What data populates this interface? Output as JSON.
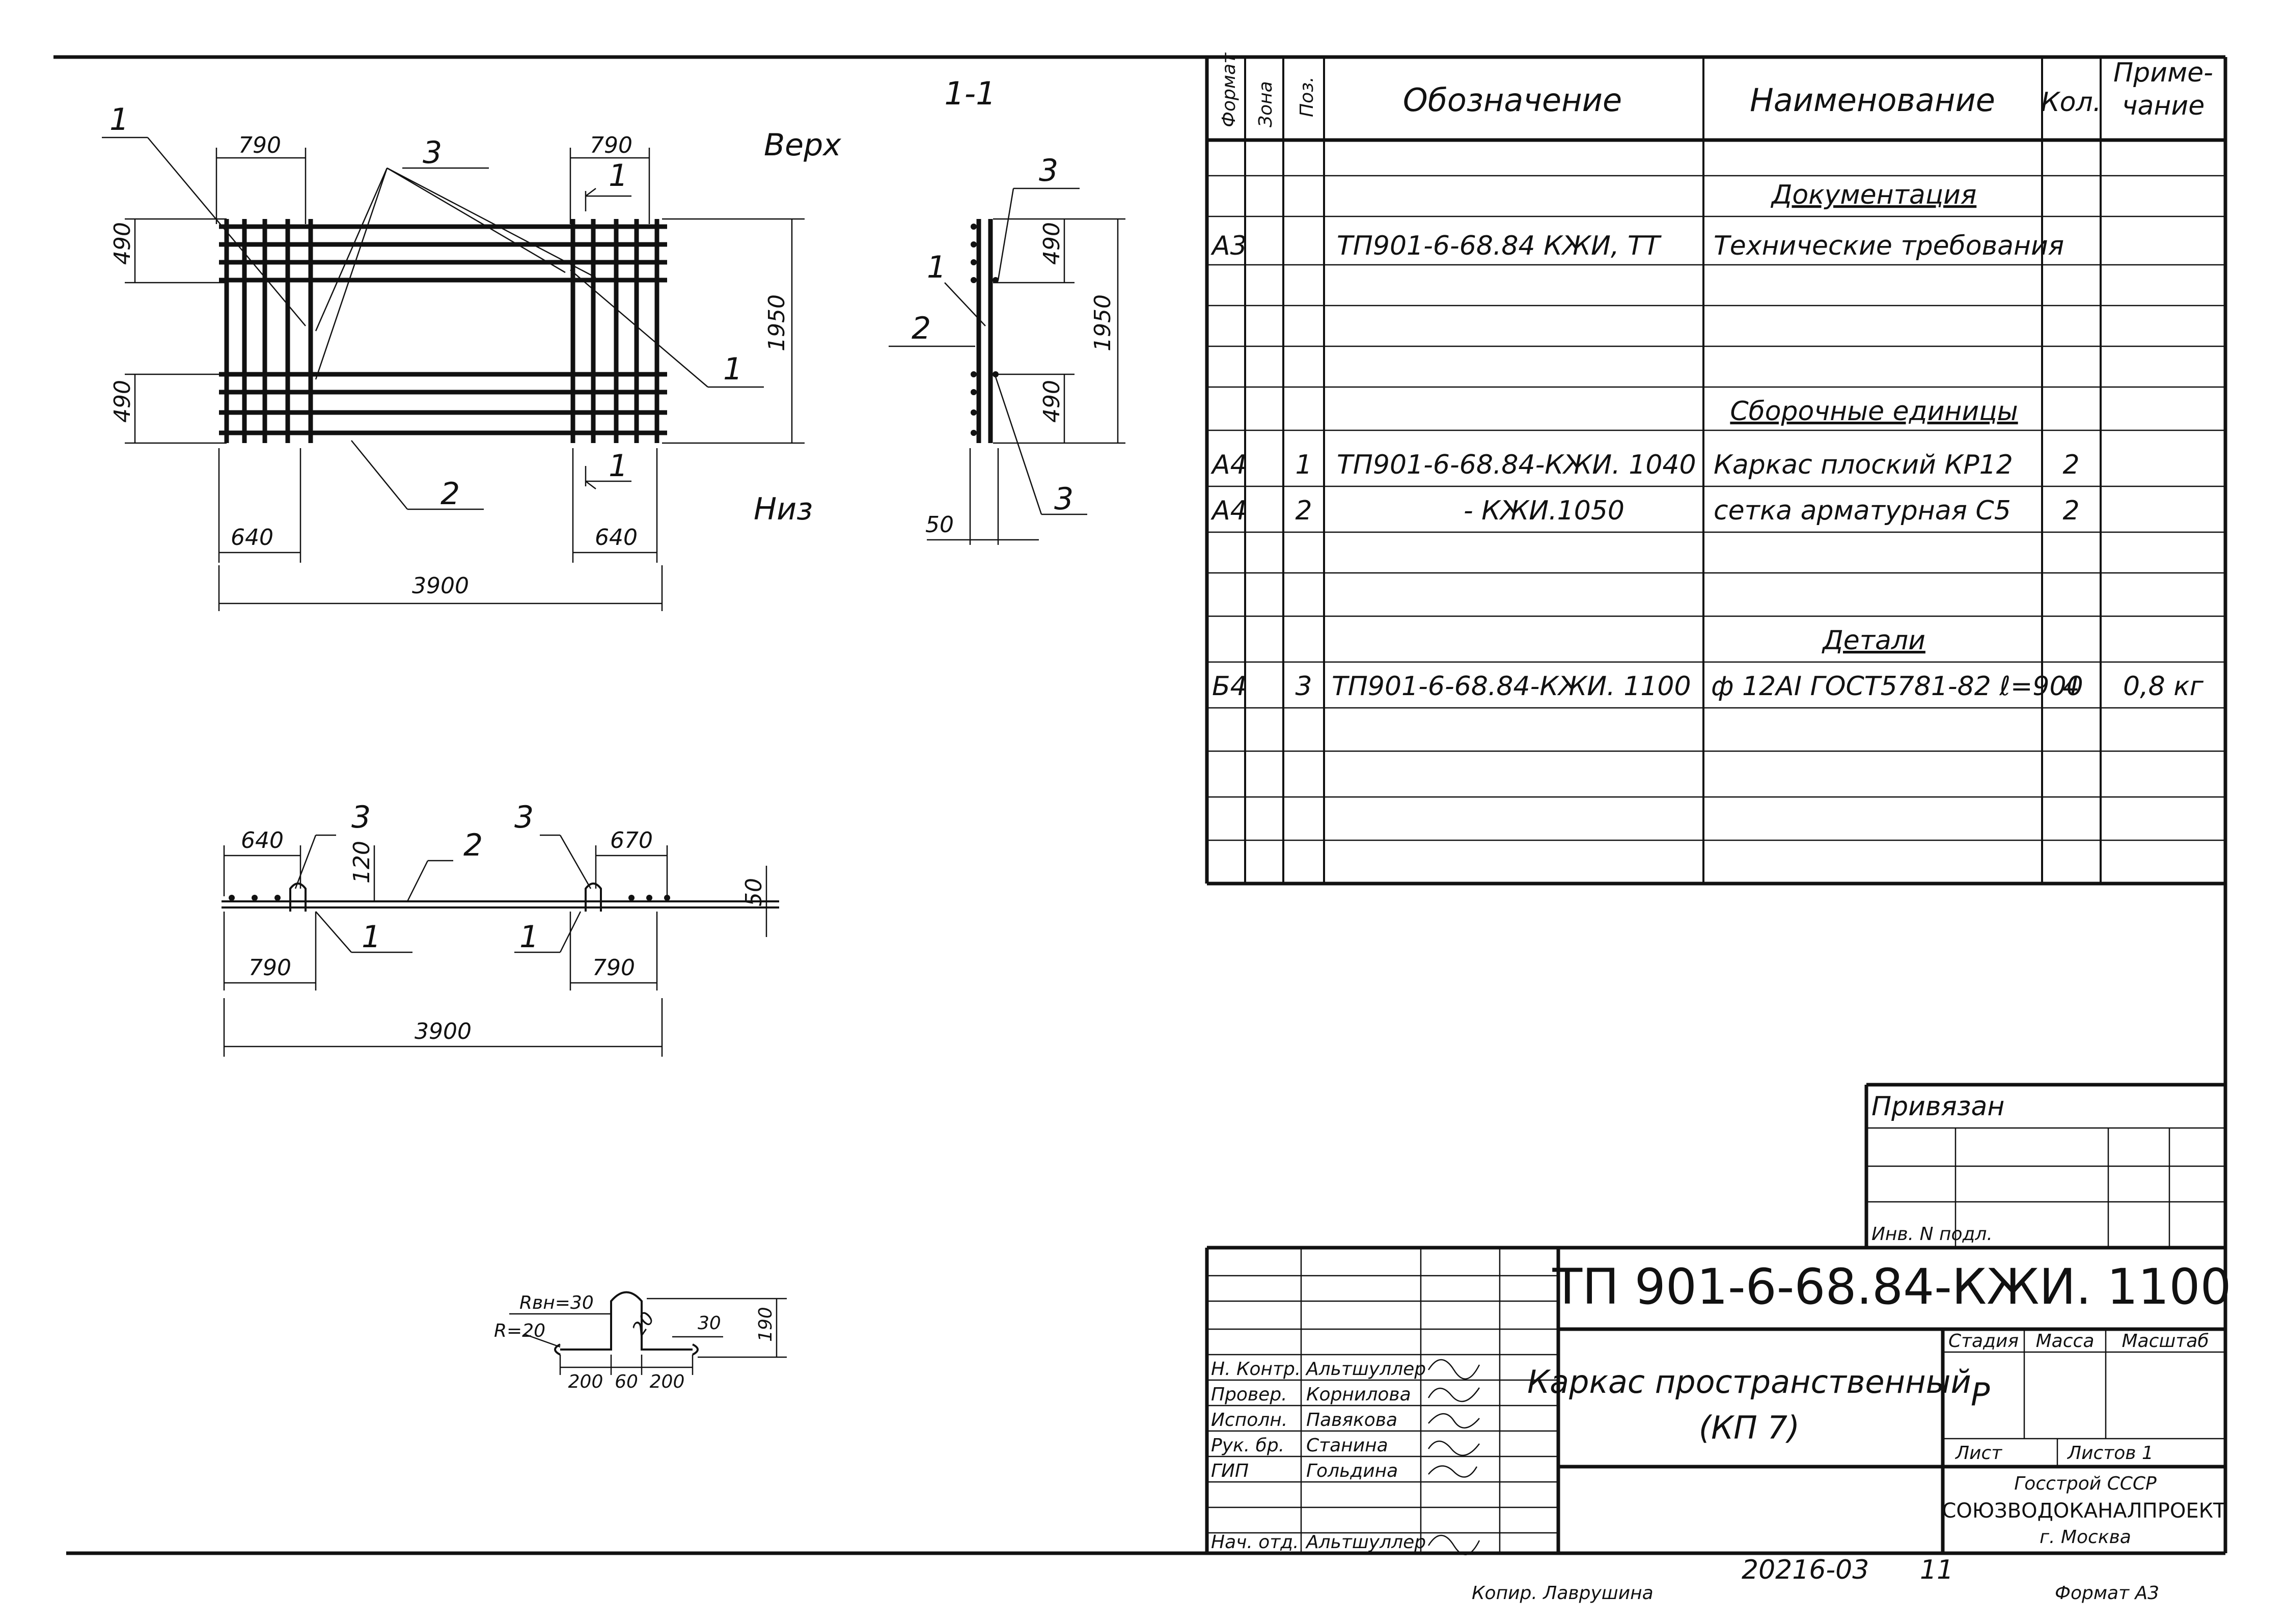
{
  "spec_table": {
    "headers": {
      "format": "Формат",
      "zone": "Зона",
      "pos": "Поз.",
      "designation": "Обозначение",
      "name": "Наименование",
      "qty": "Кол.",
      "note_1": "Приме-",
      "note_2": "чание"
    },
    "section_documentation": "Документация",
    "section_assemblies": "Сборочные единицы",
    "section_details": "Детали",
    "rows": [
      {
        "format": "А3",
        "pos": "",
        "designation": "ТП901-6-68.84 КЖИ, ТТ",
        "name": "Технические требования",
        "qty": "",
        "note": ""
      },
      {
        "format": "А4",
        "pos": "1",
        "designation": "ТП901-6-68.84-КЖИ. 1040",
        "name": "Каркас плоский КР12",
        "qty": "2",
        "note": ""
      },
      {
        "format": "А4",
        "pos": "2",
        "designation": "- КЖИ.1050",
        "name": "сетка арматурная С5",
        "qty": "2",
        "note": ""
      },
      {
        "format": "Б4",
        "pos": "3",
        "designation": "ТП901-6-68.84-КЖИ. 1100",
        "name": "ф 12АI ГОСТ5781-82 ℓ=900",
        "qty": "4",
        "note": "0,8 кг"
      }
    ]
  },
  "drawing": {
    "section_label": "1-1",
    "top_label": "Верх",
    "bottom_label": "Низ",
    "plan_dims": {
      "d790_left": "790",
      "d790_right": "790",
      "d490_top": "490",
      "d490_bottom": "490",
      "d1950": "1950",
      "d640_left": "640",
      "d640_right": "640",
      "d3900": "3900"
    },
    "plan_callouts": {
      "c1a": "1",
      "c3": "3",
      "c1b": "1",
      "c2": "2",
      "cut_top": "1",
      "cut_bottom": "1"
    },
    "section_dims": {
      "d490_top": "490",
      "d1950": "1950",
      "d490_bottom": "490",
      "d50": "50"
    },
    "section_callouts": {
      "c3a": "3",
      "c1": "1",
      "c2": "2",
      "c3b": "3"
    },
    "elev_dims": {
      "d640": "640",
      "d670": "670",
      "d120": "120",
      "d790_left": "790",
      "d790_right": "790",
      "d3900": "3900",
      "d50": "50"
    },
    "elev_callouts": {
      "c3a": "3",
      "c2": "2",
      "c3b": "3",
      "c1a": "1",
      "c1b": "1"
    },
    "hook_dims": {
      "rvn": "Rвн=30",
      "r": "R=20",
      "d20": "20",
      "d30": "30",
      "d190": "190",
      "d200a": "200",
      "d60": "60",
      "d200b": "200"
    }
  },
  "stamp": {
    "privyazan": "Привязан",
    "inv_label": "Инв. N подл.",
    "code": "ТП 901-6-68.84-КЖИ. 1100",
    "title_1": "Каркас пространственный",
    "title_2": "(КП 7)",
    "stage_label": "Стадия",
    "mass_label": "Масса",
    "scale_label": "Масштаб",
    "stage_value": "Р",
    "sheet_label": "Лист",
    "sheets_label": "Листов 1",
    "org_1": "Госстрой СССР",
    "org_2": "СОЮЗВОДОКАНАЛПРОЕКТ",
    "org_3": "г. Москва",
    "people": [
      {
        "role": "Н. Контр.",
        "name": "Альтшуллер"
      },
      {
        "role": "Провер.",
        "name": "Корнилова"
      },
      {
        "role": "Исполн.",
        "name": "Павякова"
      },
      {
        "role": "Рук. бр.",
        "name": "Станина"
      },
      {
        "role": "ГИП",
        "name": "Гольдина"
      },
      {
        "role": "Нач. отд.",
        "name": "Альтшуллер"
      }
    ]
  },
  "footer": {
    "copied": "Копир. Лаврушина",
    "number": "20216-03",
    "sheet_no": "11",
    "format": "Формат А3"
  }
}
